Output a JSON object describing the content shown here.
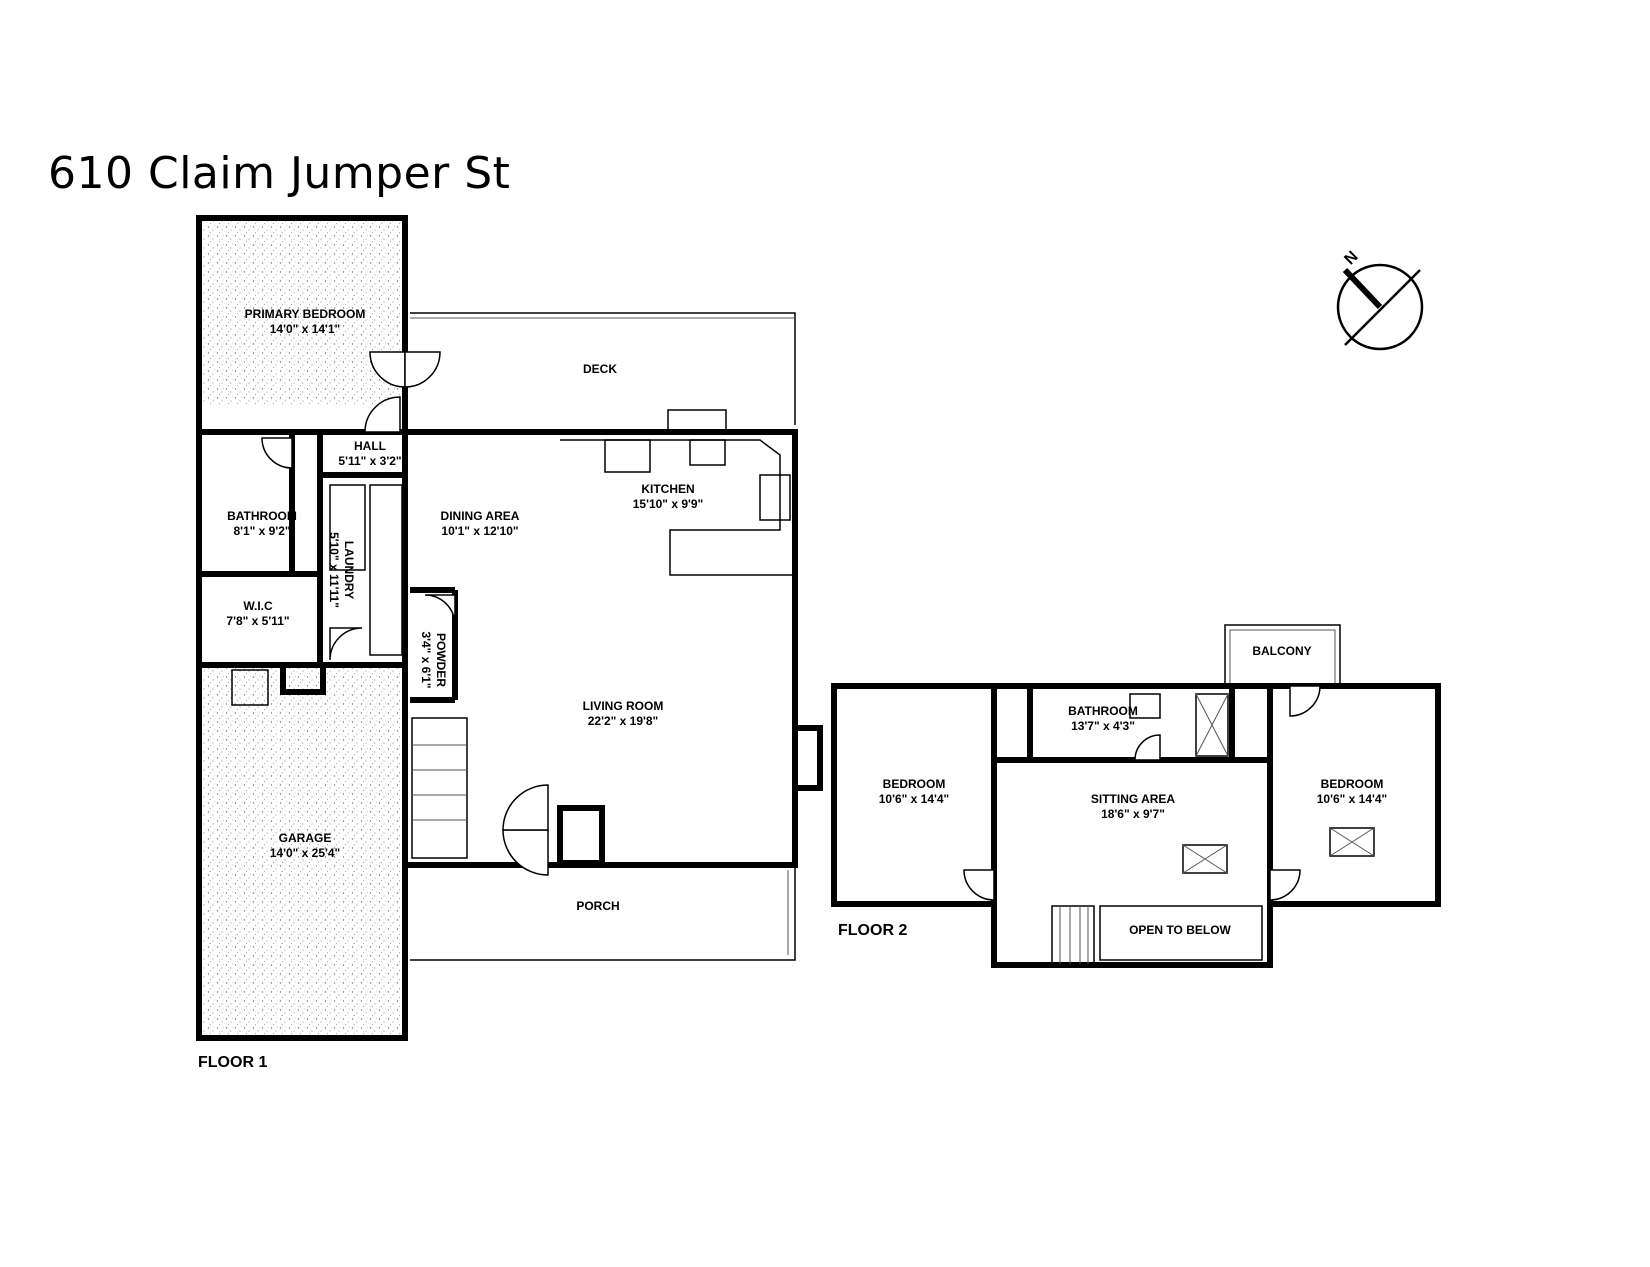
{
  "title": "610 Claim Jumper St",
  "compass_label": "N",
  "floors": [
    {
      "label": "FLOOR 1"
    },
    {
      "label": "FLOOR 2"
    }
  ],
  "rooms": [
    {
      "id": "primary-bedroom",
      "name": "PRIMARY BEDROOM",
      "dims": "14'0\" x 14'1\""
    },
    {
      "id": "deck",
      "name": "DECK",
      "dims": ""
    },
    {
      "id": "hall",
      "name": "HALL",
      "dims": "5'11\" x 3'2\""
    },
    {
      "id": "kitchen",
      "name": "KITCHEN",
      "dims": "15'10\" x 9'9\""
    },
    {
      "id": "bathroom-1",
      "name": "BATHROOM",
      "dims": "8'1\" x 9'2\""
    },
    {
      "id": "dining-area",
      "name": "DINING AREA",
      "dims": "10'1\" x 12'10\""
    },
    {
      "id": "laundry",
      "name": "LAUNDRY",
      "dims": "5'10\" x 11'11\""
    },
    {
      "id": "wic",
      "name": "W.I.C",
      "dims": "7'8\" x 5'11\""
    },
    {
      "id": "powder",
      "name": "POWDER",
      "dims": "3'4\" x 6'1\""
    },
    {
      "id": "living-room",
      "name": "LIVING ROOM",
      "dims": "22'2\" x 19'8\""
    },
    {
      "id": "garage",
      "name": "GARAGE",
      "dims": "14'0\" x 25'4\""
    },
    {
      "id": "porch",
      "name": "PORCH",
      "dims": ""
    },
    {
      "id": "balcony",
      "name": "BALCONY",
      "dims": ""
    },
    {
      "id": "bathroom-2",
      "name": "BATHROOM",
      "dims": "13'7\" x 4'3\""
    },
    {
      "id": "bedroom-left",
      "name": "BEDROOM",
      "dims": "10'6\" x 14'4\""
    },
    {
      "id": "sitting-area",
      "name": "SITTING AREA",
      "dims": "18'6\" x 9'7\""
    },
    {
      "id": "bedroom-right",
      "name": "BEDROOM",
      "dims": "10'6\" x 14'4\""
    },
    {
      "id": "open-to-below",
      "name": "OPEN TO BELOW",
      "dims": ""
    }
  ]
}
